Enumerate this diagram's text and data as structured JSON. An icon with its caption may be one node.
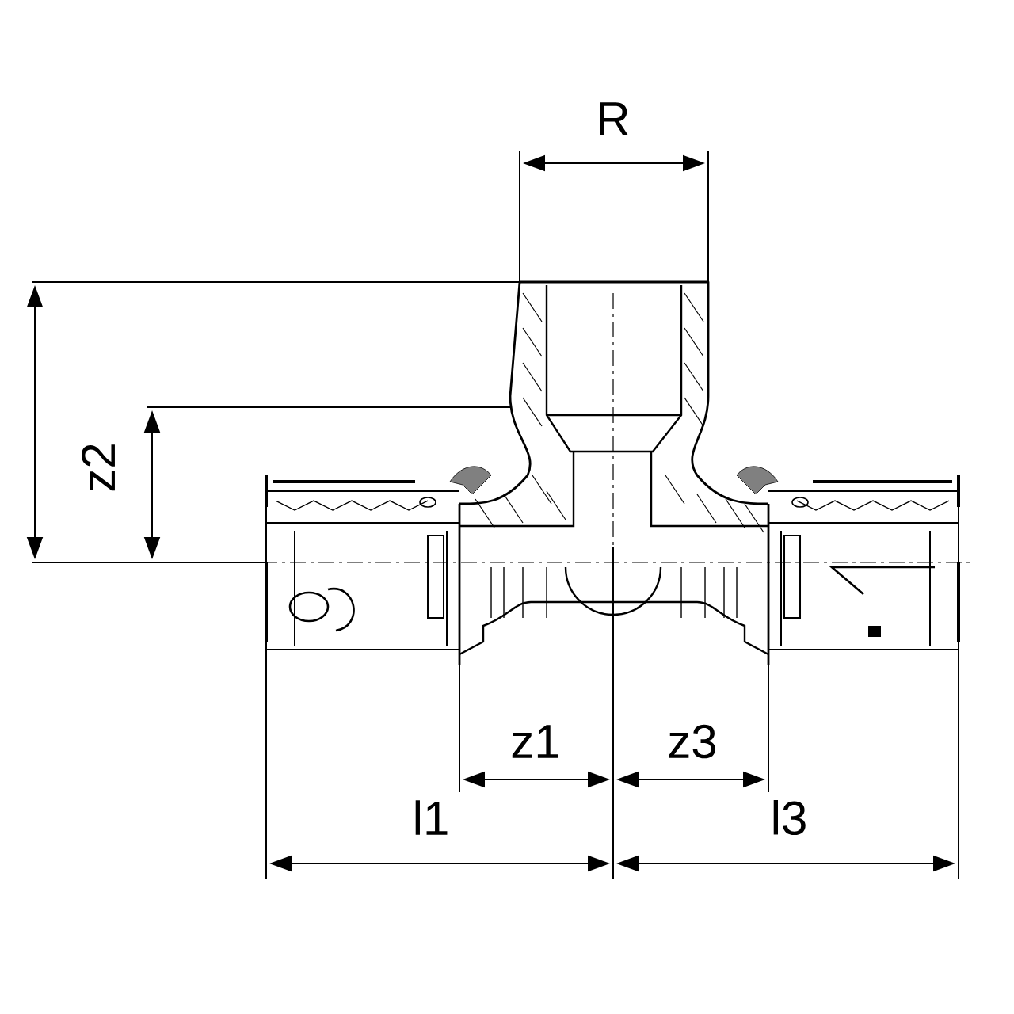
{
  "diagram": {
    "labels": [
      "R",
      "z2",
      "z1",
      "z3",
      "l1",
      "l3"
    ]
  }
}
